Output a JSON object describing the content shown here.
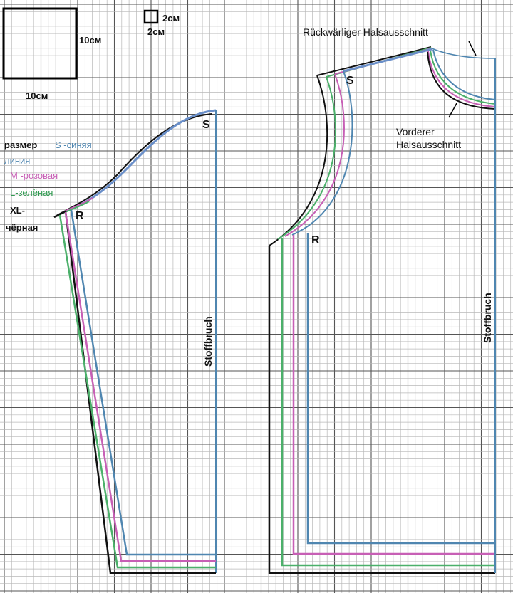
{
  "scale": {
    "big_square_w": "10см",
    "big_square_h": "10см",
    "small_square_w": "2см",
    "small_square_h": "2см"
  },
  "legend": {
    "title": "размер",
    "s": "S -синяя",
    "s2": "линия",
    "m": "M -розовая",
    "l": "L-зелёная",
    "xl": "XL-",
    "xl2": "чёрная"
  },
  "markers": {
    "s": "S",
    "r": "R"
  },
  "labels": {
    "fold": "Stoffbruch",
    "back_neckline": "Rückwärliger Halsausschnitt",
    "front_neckline_1": "Vorderer",
    "front_neckline_2": "Halsausschnitt"
  },
  "colors": {
    "s": "#4f86b0",
    "m": "#c75fb5",
    "l": "#4bb06a",
    "xl": "#111111",
    "grid_minor": "#b8b8b8",
    "grid_major": "#555555"
  }
}
